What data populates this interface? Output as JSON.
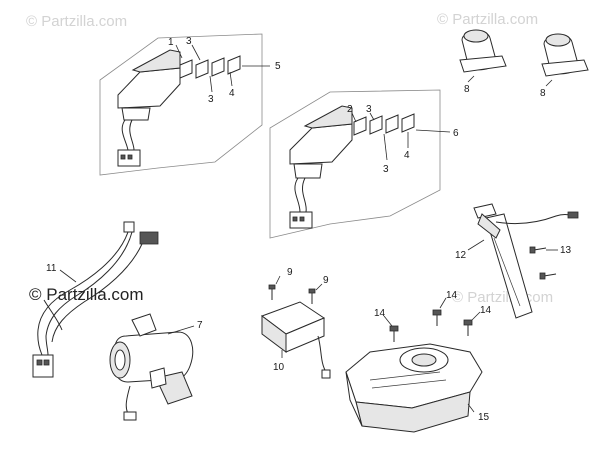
{
  "watermarks": {
    "top_left": "© Partzilla.com",
    "top_right": "© Partzilla.com",
    "main": "© Partzilla.com",
    "faint_right": "© Partzilla.com"
  },
  "callouts": {
    "c1": "1",
    "c3a": "3",
    "c3b": "3",
    "c4a": "4",
    "c5": "5",
    "c8a": "8",
    "c8b": "8",
    "c2": "2",
    "c3c": "3",
    "c3d": "3",
    "c4b": "4",
    "c6": "6",
    "c11": "11",
    "c7": "7",
    "c9a": "9",
    "c9b": "9",
    "c10": "10",
    "c12": "12",
    "c13": "13",
    "c14a": "14",
    "c14b": "14",
    "c14c": "14",
    "c15": "15"
  }
}
